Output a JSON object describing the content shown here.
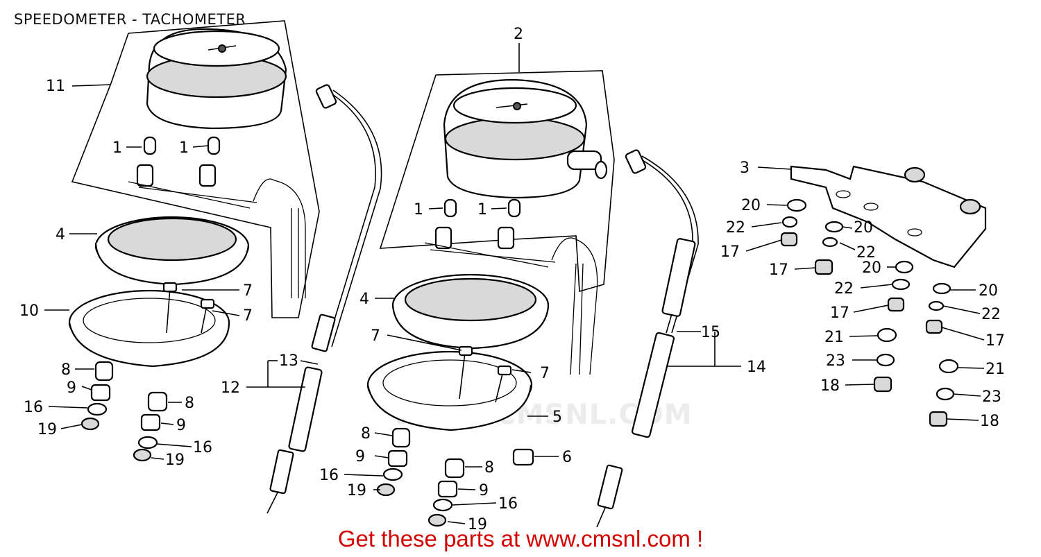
{
  "title": "SPEEDOMETER - TACHOMETER",
  "footer": "Get these parts at www.cmsnl.com !",
  "watermark": "WWW.CMSNL.COM",
  "colors": {
    "footer": "#d40000",
    "lines": "#000000"
  },
  "callouts": [
    {
      "id": "c11",
      "text": "11"
    },
    {
      "id": "c1a",
      "text": "1"
    },
    {
      "id": "c1b",
      "text": "1"
    },
    {
      "id": "c4a",
      "text": "4"
    },
    {
      "id": "c10",
      "text": "10"
    },
    {
      "id": "c7a",
      "text": "7"
    },
    {
      "id": "c7b",
      "text": "7"
    },
    {
      "id": "c8a",
      "text": "8"
    },
    {
      "id": "c9a",
      "text": "9"
    },
    {
      "id": "c16a",
      "text": "16"
    },
    {
      "id": "c19a",
      "text": "19"
    },
    {
      "id": "c8b",
      "text": "8"
    },
    {
      "id": "c9b",
      "text": "9"
    },
    {
      "id": "c16b",
      "text": "16"
    },
    {
      "id": "c19b",
      "text": "19"
    },
    {
      "id": "c12",
      "text": "12"
    },
    {
      "id": "c13",
      "text": "13"
    },
    {
      "id": "c2",
      "text": "2"
    },
    {
      "id": "c1c",
      "text": "1"
    },
    {
      "id": "c1d",
      "text": "1"
    },
    {
      "id": "c4b",
      "text": "4"
    },
    {
      "id": "c7c",
      "text": "7"
    },
    {
      "id": "c7d",
      "text": "7"
    },
    {
      "id": "c5",
      "text": "5"
    },
    {
      "id": "c8c",
      "text": "8"
    },
    {
      "id": "c9c",
      "text": "9"
    },
    {
      "id": "c16c",
      "text": "16"
    },
    {
      "id": "c19c",
      "text": "19"
    },
    {
      "id": "c8d",
      "text": "8"
    },
    {
      "id": "c9d",
      "text": "9"
    },
    {
      "id": "c16d",
      "text": "16"
    },
    {
      "id": "c19d",
      "text": "19"
    },
    {
      "id": "c6",
      "text": "6"
    },
    {
      "id": "c15",
      "text": "15"
    },
    {
      "id": "c14",
      "text": "14"
    },
    {
      "id": "c3",
      "text": "3"
    },
    {
      "id": "c20a",
      "text": "20"
    },
    {
      "id": "c22a",
      "text": "22"
    },
    {
      "id": "c17a",
      "text": "17"
    },
    {
      "id": "c17b",
      "text": "17"
    },
    {
      "id": "c20b",
      "text": "20"
    },
    {
      "id": "c22b",
      "text": "22"
    },
    {
      "id": "c20c",
      "text": "20"
    },
    {
      "id": "c22c",
      "text": "22"
    },
    {
      "id": "c17c",
      "text": "17"
    },
    {
      "id": "c21a",
      "text": "21"
    },
    {
      "id": "c23a",
      "text": "23"
    },
    {
      "id": "c18a",
      "text": "18"
    },
    {
      "id": "c20d",
      "text": "20"
    },
    {
      "id": "c22d",
      "text": "22"
    },
    {
      "id": "c17d",
      "text": "17"
    },
    {
      "id": "c21b",
      "text": "21"
    },
    {
      "id": "c23b",
      "text": "23"
    },
    {
      "id": "c18b",
      "text": "18"
    }
  ]
}
